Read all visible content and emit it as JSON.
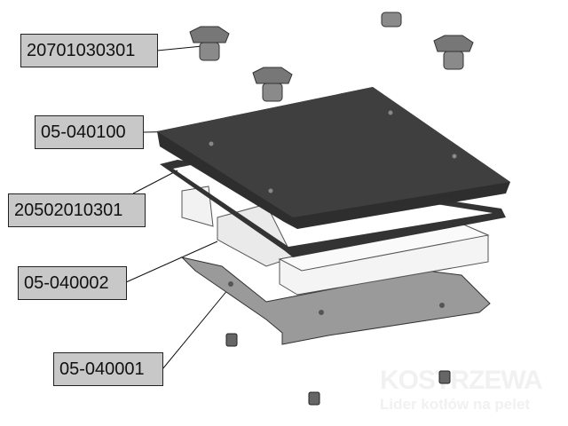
{
  "labels": [
    {
      "id": "knob",
      "text": "20701030301"
    },
    {
      "id": "cover-plate",
      "text": "05-040100"
    },
    {
      "id": "gasket",
      "text": "20502010301"
    },
    {
      "id": "insulation",
      "text": "05-040002"
    },
    {
      "id": "base-plate",
      "text": "05-040001"
    }
  ],
  "watermark": {
    "brand": "KOSTRZEWA",
    "tagline": "Lider kotłów na pelet"
  },
  "colors": {
    "label_bg": "#c8c8c8",
    "plate": "#3c3c3c",
    "base": "#9a9a9a"
  }
}
